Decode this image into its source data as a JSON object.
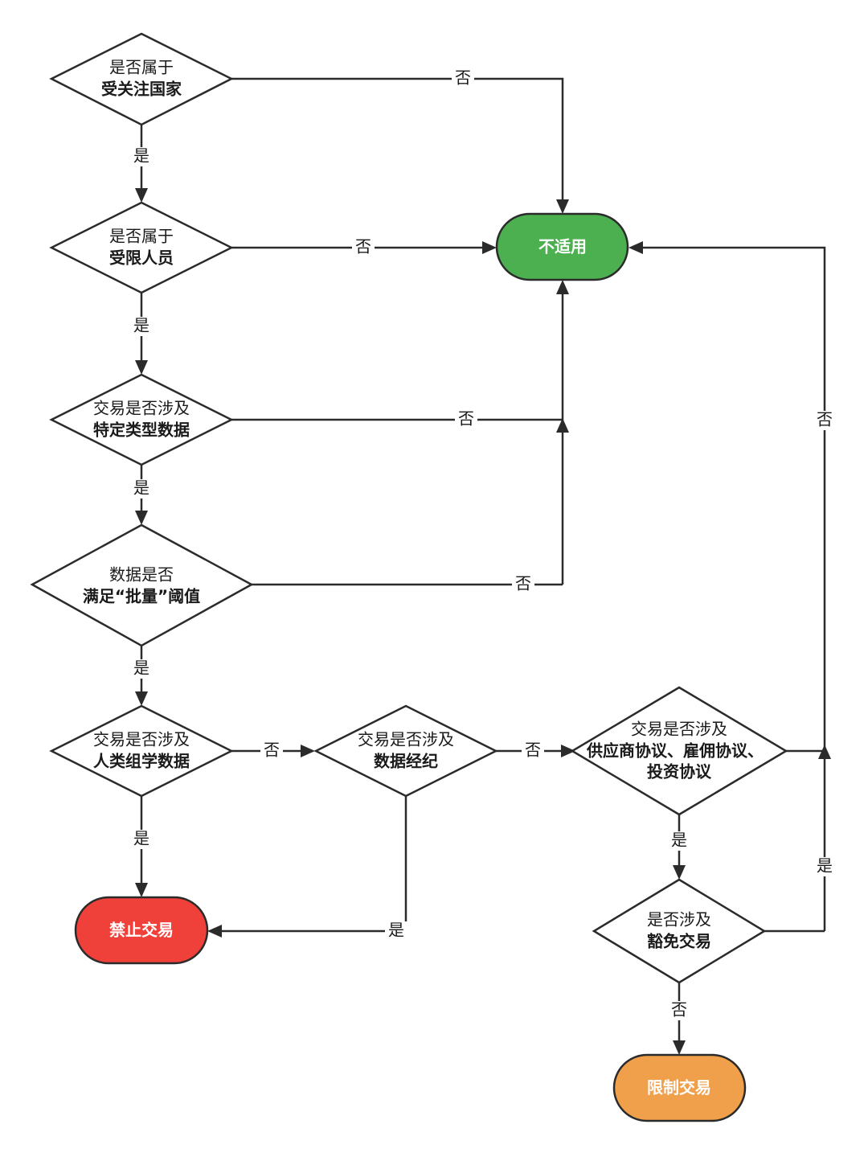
{
  "nodes": {
    "d1": {
      "line1": "是否属于",
      "line2": "受关注国家"
    },
    "d2": {
      "line1": "是否属于",
      "line2": "受限人员"
    },
    "d3": {
      "line1": "交易是否涉及",
      "line2": "特定类型数据"
    },
    "d4": {
      "line1": "数据是否",
      "line2": "满足“批量”阈值"
    },
    "d5": {
      "line1": "交易是否涉及",
      "line2": "人类组学数据"
    },
    "d6": {
      "line1": "交易是否涉及",
      "line2": "数据经纪"
    },
    "d7": {
      "line1": "交易是否涉及",
      "line2": "供应商协议、雇佣协议、",
      "line3": "投资协议"
    },
    "d8": {
      "line1": "是否涉及",
      "line2": "豁免交易"
    },
    "t_na": {
      "label": "不适用",
      "color": "#4caf50"
    },
    "t_ban": {
      "label": "禁止交易",
      "color": "#f0403a"
    },
    "t_limit": {
      "label": "限制交易",
      "color": "#f0a04b"
    }
  },
  "edges": {
    "e_d1_no": "否",
    "e_d1_yes": "是",
    "e_d2_no": "否",
    "e_d2_yes": "是",
    "e_d3_no": "否",
    "e_d3_yes": "是",
    "e_d4_no": "否",
    "e_d4_yes": "是",
    "e_d5_no": "否",
    "e_d5_yes": "是",
    "e_d6_no": "否",
    "e_d6_yes": "是",
    "e_d7_no": "否",
    "e_d7_yes": "是",
    "e_d8_yes": "是",
    "e_d8_no": "否"
  }
}
